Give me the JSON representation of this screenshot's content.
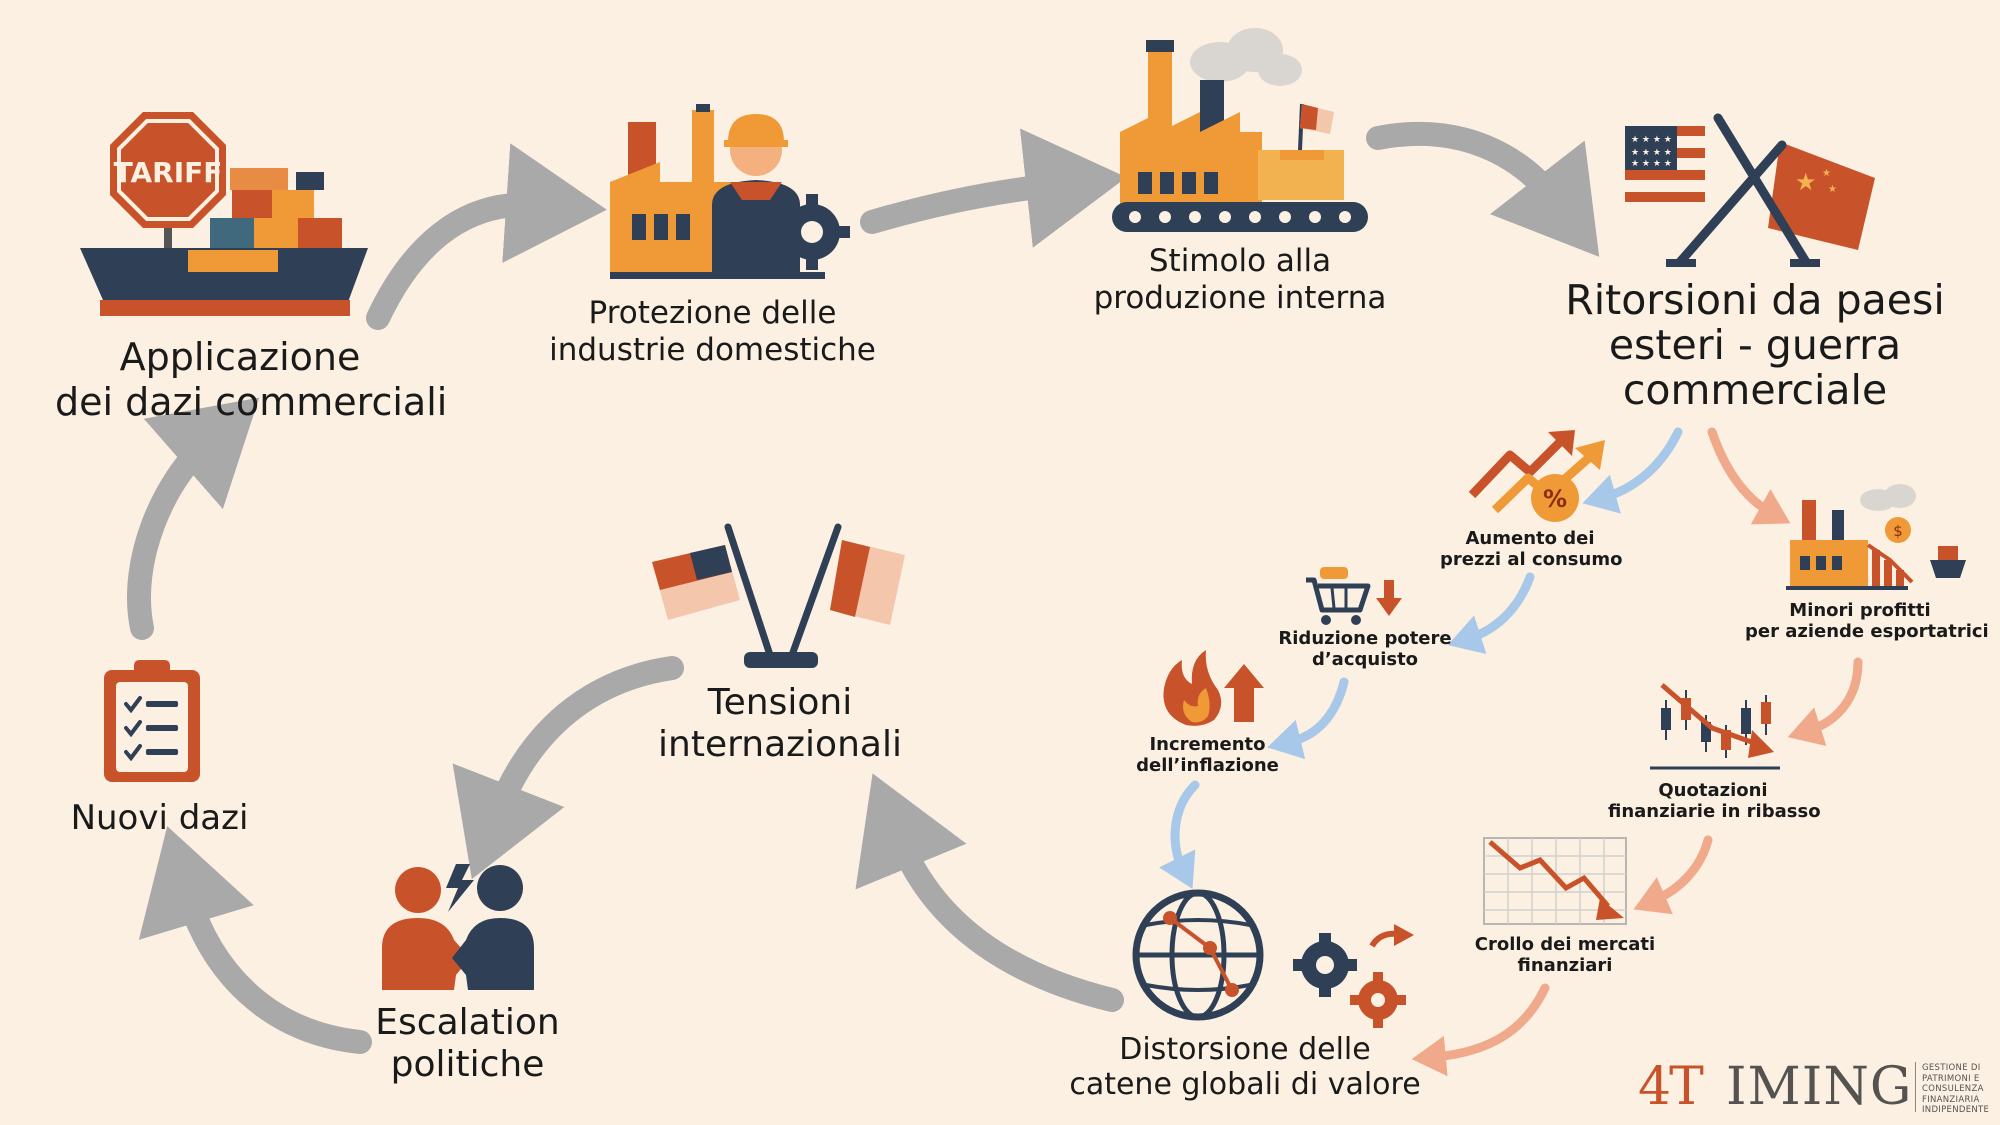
{
  "nodes": {
    "applicazione": [
      "Applicazione",
      "dei dazi commerciali"
    ],
    "protezione": [
      "Protezione delle",
      "industrie domestiche"
    ],
    "stimolo": [
      "Stimolo alla",
      "produzione interna"
    ],
    "ritorsioni": [
      "Ritorsioni da paesi",
      "esteri - guerra",
      "commerciale"
    ],
    "aumento": [
      "Aumento dei",
      "prezzi al consumo"
    ],
    "minori": [
      "Minori profitti",
      "per aziende esportatrici"
    ],
    "riduzione": [
      "Riduzione potere",
      "d’acquisto"
    ],
    "quotazioni": [
      "Quotazioni",
      "finanziarie in ribasso"
    ],
    "incremento": [
      "Incremento",
      "dell’inflazione"
    ],
    "crollo": [
      "Crollo dei mercati",
      "finanziari"
    ],
    "distorsione": [
      "Distorsione delle",
      "catene globali di valore"
    ],
    "tensioni": [
      "Tensioni",
      "internazionali"
    ],
    "escalation": [
      "Escalation",
      "politiche"
    ],
    "nuovi": [
      "Nuovi dazi"
    ]
  },
  "icons": {
    "tariff_sign": "TARIFF",
    "percent_symbol": "%",
    "dollar_symbol": "$"
  },
  "logo": {
    "mark": "4T",
    "word": "IMING",
    "tagline": [
      "GESTIONE DI",
      "PATRIMONI E",
      "CONSULENZA",
      "FINANZIARIA",
      "INDIPENDENTE"
    ]
  },
  "colors": {
    "background": "#fbf0e2",
    "main_arrow": "#a9a9a9",
    "blue_arrow": "#a8c8ea",
    "peach_arrow": "#f0a98a",
    "orange": "#ef9a36",
    "navy": "#2f3f56",
    "red": "#c8532b"
  }
}
